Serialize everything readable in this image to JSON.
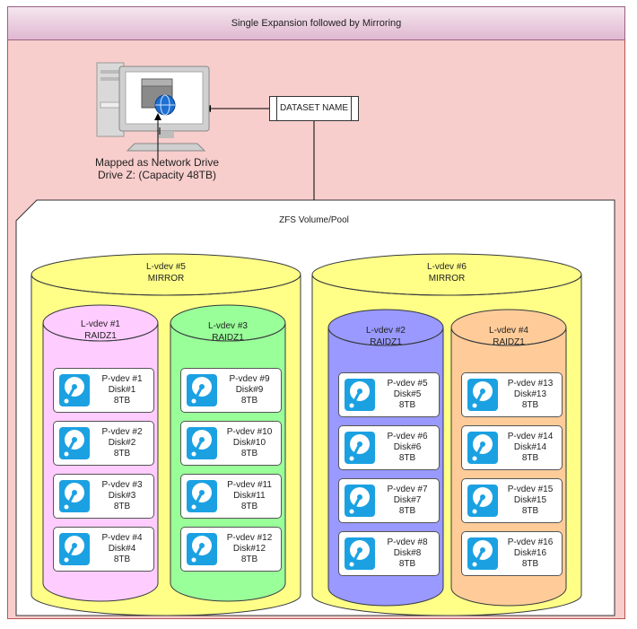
{
  "header": {
    "title": "Single Expansion followed by Mirroring"
  },
  "computer": {
    "line1": "Mapped as Network Drive",
    "line2": "Drive Z: (Capacity 48TB)"
  },
  "dataset": {
    "label": "DATASET NAME"
  },
  "pool": {
    "label": "ZFS Volume/Pool"
  },
  "lvdev5": {
    "name": "L-vdev #5",
    "type": "MIRROR"
  },
  "lvdev6": {
    "name": "L-vdev #6",
    "type": "MIRROR"
  },
  "lvdev1": {
    "name": "L-vdev #1",
    "type": "RAIDZ1"
  },
  "lvdev3": {
    "name": "L-vdev #3",
    "type": "RAIDZ1"
  },
  "lvdev2": {
    "name": "L-vdev #2",
    "type": "RAIDZ1"
  },
  "lvdev4": {
    "name": "L-vdev #4",
    "type": "RAIDZ1"
  },
  "disks": [
    {
      "pvdev": "P-vdev #1",
      "disk": "Disk#1",
      "size": "8TB"
    },
    {
      "pvdev": "P-vdev #2",
      "disk": "Disk#2",
      "size": "8TB"
    },
    {
      "pvdev": "P-vdev #3",
      "disk": "Disk#3",
      "size": "8TB"
    },
    {
      "pvdev": "P-vdev #4",
      "disk": "Disk#4",
      "size": "8TB"
    },
    {
      "pvdev": "P-vdev #9",
      "disk": "Disk#9",
      "size": "8TB"
    },
    {
      "pvdev": "P-vdev #10",
      "disk": "Disk#10",
      "size": "8TB"
    },
    {
      "pvdev": "P-vdev #11",
      "disk": "Disk#11",
      "size": "8TB"
    },
    {
      "pvdev": "P-vdev #12",
      "disk": "Disk#12",
      "size": "8TB"
    },
    {
      "pvdev": "P-vdev #5",
      "disk": "Disk#5",
      "size": "8TB"
    },
    {
      "pvdev": "P-vdev #6",
      "disk": "Disk#6",
      "size": "8TB"
    },
    {
      "pvdev": "P-vdev #7",
      "disk": "Disk#7",
      "size": "8TB"
    },
    {
      "pvdev": "P-vdev #8",
      "disk": "Disk#8",
      "size": "8TB"
    },
    {
      "pvdev": "P-vdev #13",
      "disk": "Disk#13",
      "size": "8TB"
    },
    {
      "pvdev": "P-vdev #14",
      "disk": "Disk#14",
      "size": "8TB"
    },
    {
      "pvdev": "P-vdev #15",
      "disk": "Disk#15",
      "size": "8TB"
    },
    {
      "pvdev": "P-vdev #16",
      "disk": "Disk#16",
      "size": "8TB"
    }
  ],
  "colors": {
    "frame_fill": "#f8cecc",
    "header_fill": "#e6d0de",
    "mirror_fill": "#ffff88",
    "lvdev1_fill": "#ffccff",
    "lvdev3_fill": "#99ff99",
    "lvdev2_fill": "#9999ff",
    "lvdev4_fill": "#ffcc99",
    "disk_icon": "#1ba1e2"
  }
}
